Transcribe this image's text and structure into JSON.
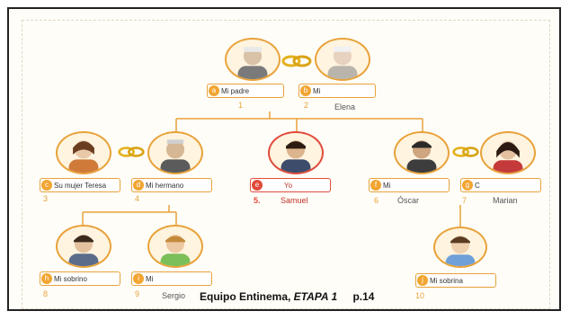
{
  "caption": {
    "main": "Equipo Entinema, ",
    "etapa": "ETAPA 1",
    "page": "p.14"
  },
  "members": {
    "padre": {
      "letter": "a",
      "label": "Mi padre",
      "number": "1",
      "name": ""
    },
    "madre": {
      "letter": "b",
      "label": "Mi",
      "number": "2",
      "name": "Elena"
    },
    "tia": {
      "letter": "c",
      "label": "Su mujer Teresa",
      "number": "3",
      "name": ""
    },
    "tio": {
      "letter": "d",
      "label": "Mi hermano",
      "number": "4",
      "name": ""
    },
    "yo": {
      "letter": "e",
      "label": "Yo",
      "number": "5.",
      "name": "Samuel"
    },
    "hermano": {
      "letter": "f",
      "label": "Mi",
      "number": "6",
      "name": "Óscar"
    },
    "cunada": {
      "letter": "g",
      "label": "C",
      "number": "7",
      "name": "Marian"
    },
    "sobrino": {
      "letter": "h",
      "label": "Mi sobrino",
      "number": "8",
      "name": ""
    },
    "primo": {
      "letter": "i",
      "label": "Mi",
      "number": "9",
      "name": "Sergio"
    },
    "sobrina": {
      "letter": "j",
      "label": "Mi sobrina",
      "number": "10",
      "name": ""
    }
  },
  "colors": {
    "accent": "#e8a23a",
    "highlight": "#e04b3a"
  }
}
